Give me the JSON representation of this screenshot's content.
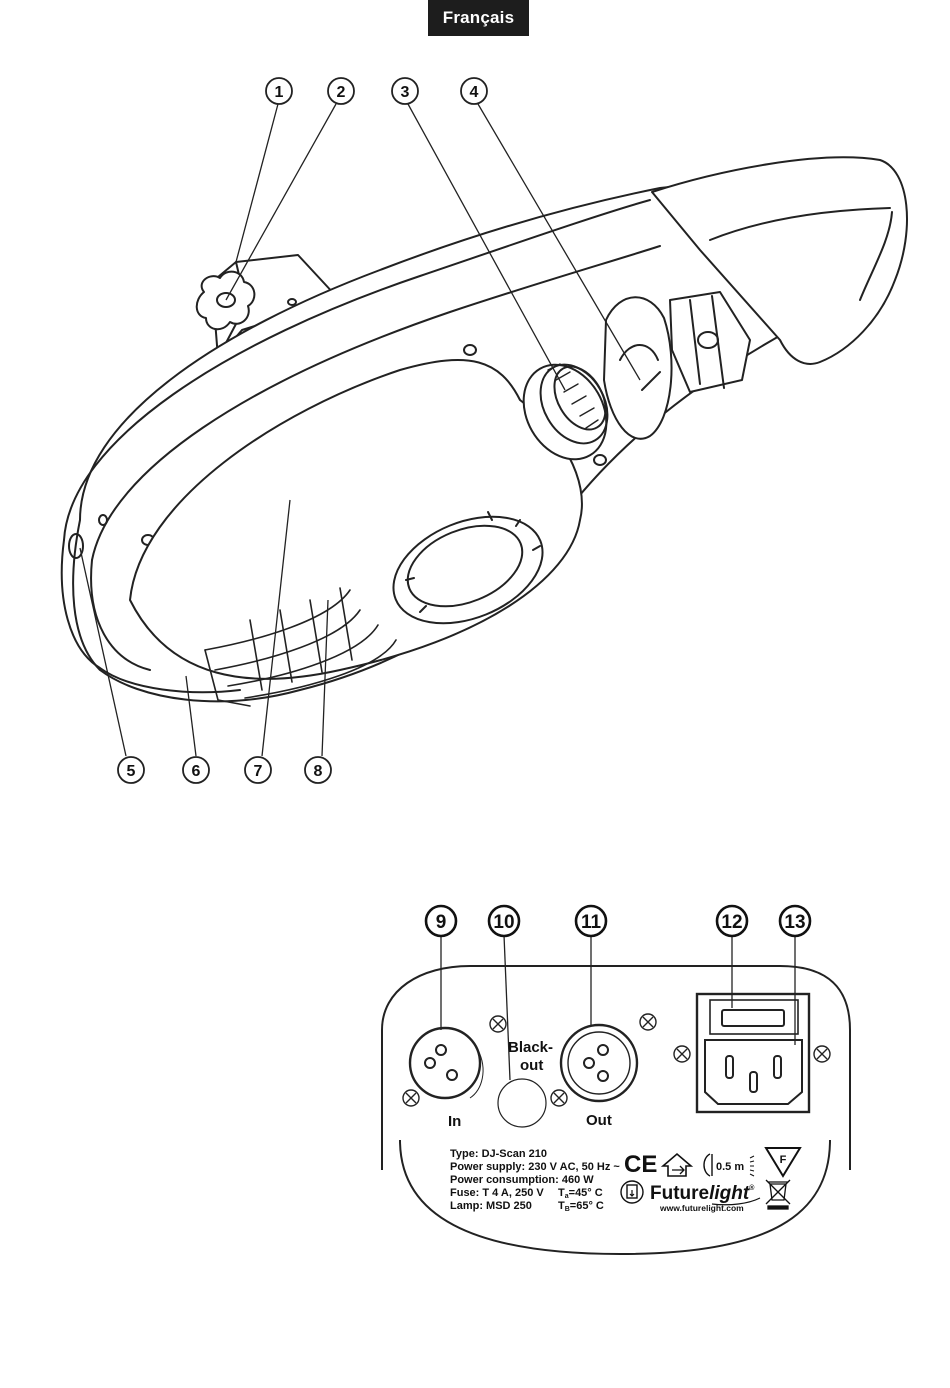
{
  "header": {
    "language_tab": "Français"
  },
  "fixture_callouts": [
    "1",
    "2",
    "3",
    "4",
    "5",
    "6",
    "7",
    "8"
  ],
  "panel_callouts": [
    "9",
    "10",
    "11",
    "12",
    "13"
  ],
  "rear_panel": {
    "dmx_in_label": "In",
    "dmx_out_label": "Out",
    "blackout_line1": "Black-",
    "blackout_line2": "out"
  },
  "type_plate": {
    "lines": [
      "Type: DJ-Scan 210",
      "Power supply: 230 V AC, 50 Hz ~",
      "Power consumption: 460 W",
      "Fuse: T 4 A, 250 V",
      "Lamp: MSD 250"
    ],
    "ta_label": "T",
    "ta_sub": "a",
    "ta_value": "=45° C",
    "tb_label": "T",
    "tb_sub": "B",
    "tb_value": "=65° C",
    "ce_mark": "CE",
    "distance": "0.5 m",
    "f_mark": "F",
    "brand_future": "Future",
    "brand_light": "light",
    "brand_reg": "®",
    "website": "www.futurelight.com"
  }
}
